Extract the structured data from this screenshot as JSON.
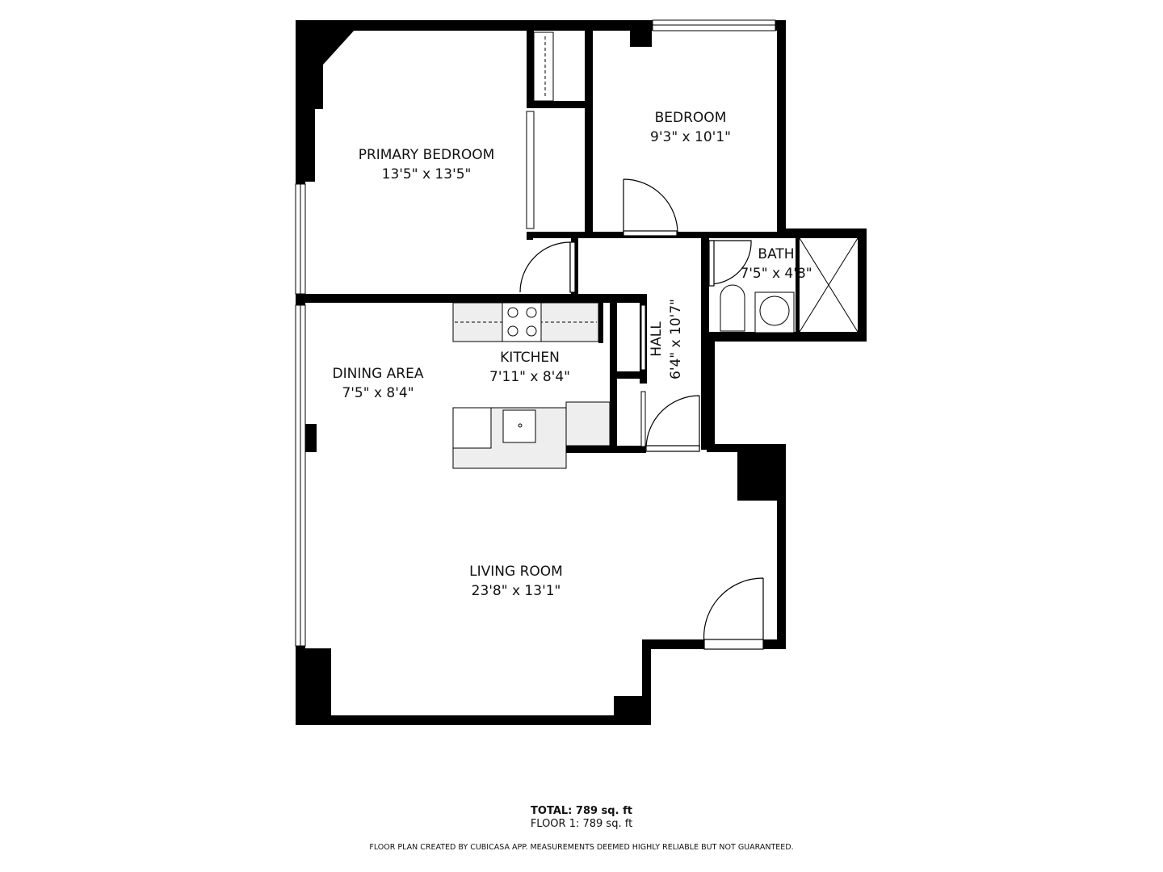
{
  "rooms": {
    "primary_bedroom": {
      "name": "PRIMARY BEDROOM",
      "size": "13'5\" x 13'5\""
    },
    "bedroom": {
      "name": "BEDROOM",
      "size": "9'3\" x 10'1\""
    },
    "bath": {
      "name": "BATH",
      "size": "7'5\" x 4'8\""
    },
    "hall": {
      "name": "HALL",
      "size": "6'4\" x 10'7\""
    },
    "kitchen": {
      "name": "KITCHEN",
      "size": "7'11\" x 8'4\""
    },
    "dining_area": {
      "name": "DINING AREA",
      "size": "7'5\" x 8'4\""
    },
    "living_room": {
      "name": "LIVING ROOM",
      "size": "23'8\" x 13'1\""
    }
  },
  "footer": {
    "total": "TOTAL: 789 sq. ft",
    "floor1": "FLOOR 1: 789 sq. ft",
    "disclaimer": "FLOOR PLAN CREATED BY CUBICASA APP. MEASUREMENTS DEEMED HIGHLY RELIABLE BUT NOT GUARANTEED."
  },
  "colors": {
    "wall": "#000000",
    "background": "#ffffff",
    "fixture": "#e8e8e8"
  }
}
